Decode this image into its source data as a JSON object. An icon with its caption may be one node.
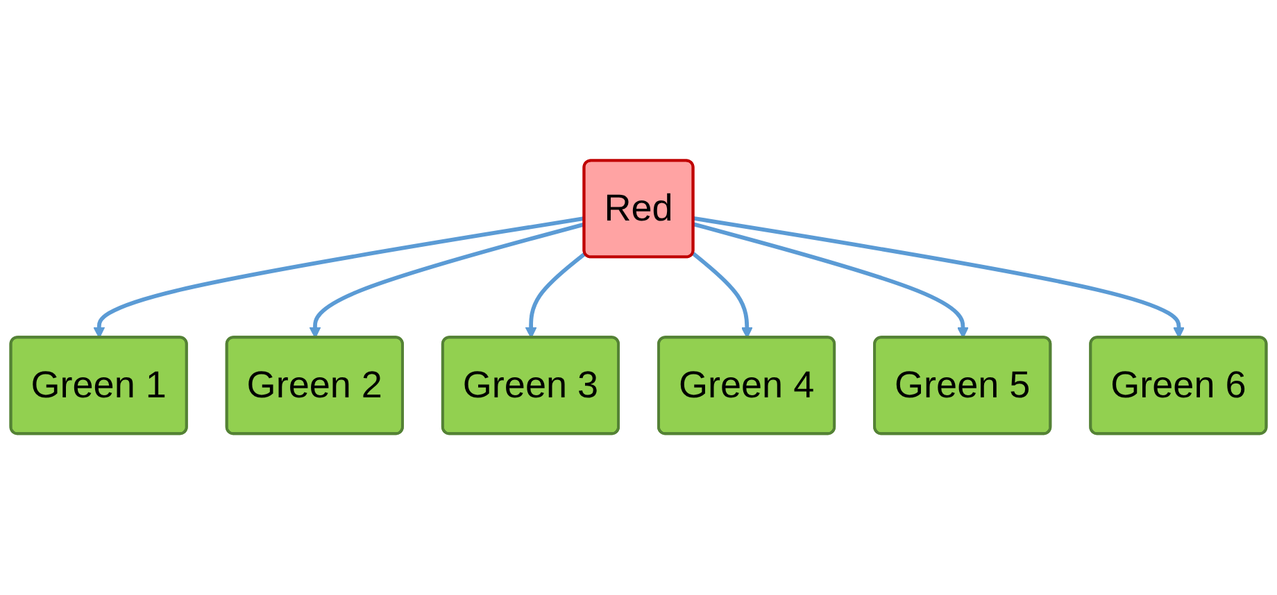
{
  "diagram": {
    "nodes": [
      {
        "text": [
          "Green 2"
        ]
      },
      {
        "text": [
          "Green 1"
        ]
      },
      {
        "text": [
          "Green 3"
        ]
      },
      {
        "text": [
          "Red"
        ]
      },
      {
        "text": [
          "Green 6"
        ]
      },
      {
        "text": [
          "Green 4"
        ]
      },
      {
        "text": [
          "Green 5"
        ]
      }
    ],
    "edges": [
      {
        "from": 3,
        "to": 1,
        "arrow": "to"
      },
      {
        "from": 3,
        "to": 0,
        "arrow": "to"
      },
      {
        "from": 3,
        "to": 2,
        "arrow": "to"
      },
      {
        "from": 3,
        "to": 5,
        "arrow": "to"
      },
      {
        "from": 3,
        "to": 6,
        "arrow": "to"
      },
      {
        "from": 3,
        "to": 4,
        "arrow": "to"
      }
    ]
  }
}
